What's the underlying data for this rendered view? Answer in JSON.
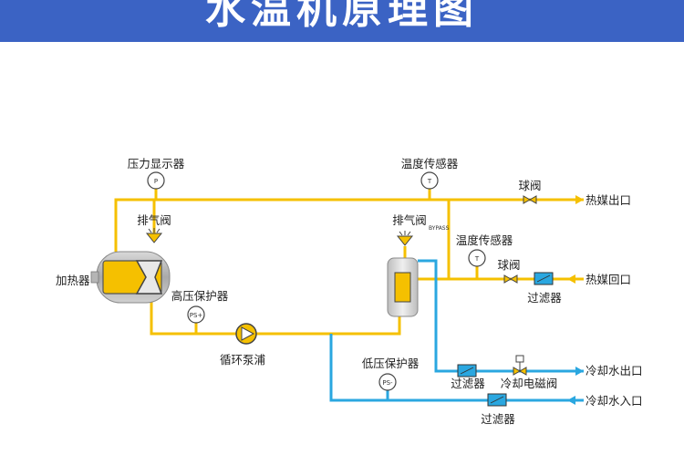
{
  "header": {
    "title": "水温机原理图"
  },
  "labels": {
    "pressure_gauge": "压力显示器",
    "temp_sensor_top": "温度传感器",
    "ball_valve_top": "球阀",
    "heat_out": "热媒出口",
    "exhaust_left": "排气阀",
    "exhaust_right": "排气阀",
    "bypass": "BYPASS",
    "temp_sensor_mid": "温度传感器",
    "ball_valve_mid": "球阀",
    "heat_return": "热媒回口",
    "heater": "加热器",
    "high_pressure": "高压保护器",
    "filter_mid": "过滤器",
    "pump": "循环泵浦",
    "low_pressure": "低压保护器",
    "filter_cool": "过滤器",
    "solenoid": "冷却电磁阀",
    "cool_out": "冷却水出口",
    "filter_bottom": "过滤器",
    "cool_in": "冷却水入口"
  },
  "gauges": {
    "pressure": "P",
    "temp_top": "T",
    "temp_mid": "T",
    "ps_high": "PS+",
    "ps_low": "PS-"
  },
  "colors": {
    "hot": "#f5c000",
    "cold": "#2aa7e0",
    "banner": "#3b63c4",
    "heater": "#f5c000"
  }
}
